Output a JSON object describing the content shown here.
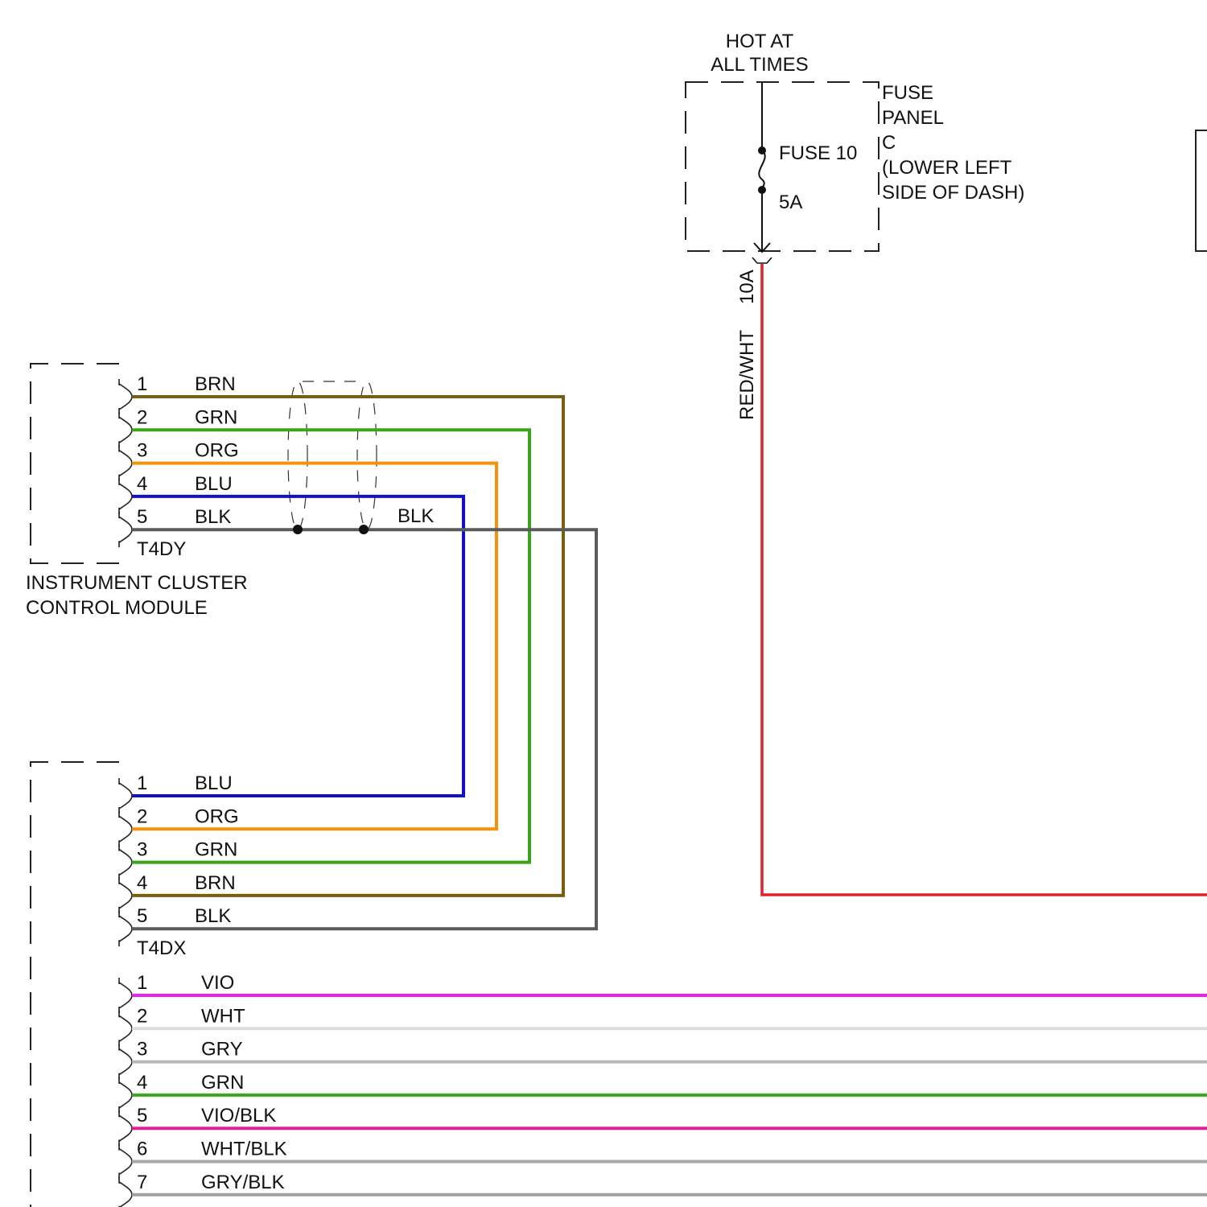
{
  "fuse_block": {
    "hot_line1": "HOT AT",
    "hot_line2": "ALL TIMES",
    "fuse_name": "FUSE 10",
    "fuse_rating": "5A",
    "panel_lines": [
      "FUSE",
      "PANEL",
      "C",
      "(LOWER LEFT",
      "SIDE OF DASH)"
    ]
  },
  "feed_wire": {
    "circuit_size": "10A",
    "color_label": "RED/WHT",
    "color": "#e0202a"
  },
  "instrument_cluster": {
    "label_line1": "INSTRUMENT CLUSTER",
    "label_line2": "CONTROL MODULE",
    "connector": "T4DY",
    "pins": [
      {
        "pin": "1",
        "color_label": "BRN",
        "color": "#7a5e10"
      },
      {
        "pin": "2",
        "color_label": "GRN",
        "color": "#3aa51a"
      },
      {
        "pin": "3",
        "color_label": "ORG",
        "color": "#f2920f"
      },
      {
        "pin": "4",
        "color_label": "BLU",
        "color": "#1111cc"
      },
      {
        "pin": "5",
        "color_label": "BLK",
        "color": "#5a5a5a"
      }
    ],
    "drain_label": "BLK"
  },
  "lower_module": {
    "connector_a": "T4DX",
    "connector_a_pins": [
      {
        "pin": "1",
        "color_label": "BLU",
        "color": "#1111cc"
      },
      {
        "pin": "2",
        "color_label": "ORG",
        "color": "#f2920f"
      },
      {
        "pin": "3",
        "color_label": "GRN",
        "color": "#3aa51a"
      },
      {
        "pin": "4",
        "color_label": "BRN",
        "color": "#7a5e10"
      },
      {
        "pin": "5",
        "color_label": "BLK",
        "color": "#5a5a5a"
      }
    ],
    "connector_b_pins": [
      {
        "pin": "1",
        "color_label": "VIO",
        "color": "#ee22ee"
      },
      {
        "pin": "2",
        "color_label": "WHT",
        "color": "#dcdcdc"
      },
      {
        "pin": "3",
        "color_label": "GRY",
        "color": "#b8b8b8"
      },
      {
        "pin": "4",
        "color_label": "GRN",
        "color": "#3aa51a"
      },
      {
        "pin": "5",
        "color_label": "VIO/BLK",
        "color": "#e0209a"
      },
      {
        "pin": "6",
        "color_label": "WHT/BLK",
        "color": "#a8a8a8"
      },
      {
        "pin": "7",
        "color_label": "GRY/BLK",
        "color": "#a0a0a0"
      }
    ]
  }
}
